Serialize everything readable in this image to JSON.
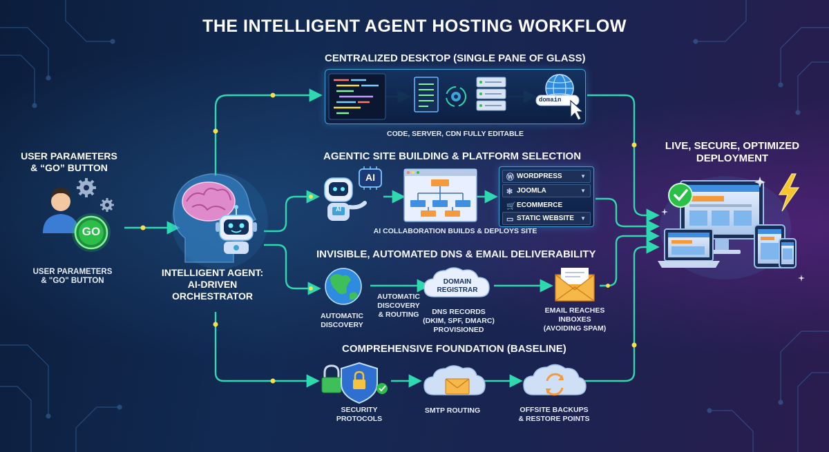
{
  "title": "THE INTELLIGENT AGENT HOSTING WORKFLOW",
  "user": {
    "heading": "USER PARAMETERS\n& “GO” BUTTON",
    "button_label": "GO",
    "caption": "USER PARAMETERS\n& \"GO\" BUTTON"
  },
  "agent": {
    "label": "INTELLIGENT AGENT:\nAI-DRIVEN\nORCHESTRATOR"
  },
  "desktop": {
    "title": "CENTRALIZED DESKTOP (SINGLE PANE OF GLASS)",
    "domain_text": "domain ....",
    "caption": "CODE, SERVER, CDN FULLY EDITABLE"
  },
  "site_building": {
    "title": "AGENTIC SITE BUILDING & PLATFORM SELECTION",
    "ai_badge": "AI",
    "robot_tag": "AI",
    "platforms": [
      "WORDPRESS",
      "JOOMLA",
      "ECOMMERCE",
      "STATIC WEBSITE"
    ],
    "caption": "AI COLLABORATION BUILDS & DEPLOYS SITE"
  },
  "dns": {
    "title": "INVISIBLE, AUTOMATED DNS & EMAIL DELIVERABILITY",
    "globe_caption": "AUTOMATIC\nDISCOVERY",
    "arrow_caption": "AUTOMATIC\nDISCOVERY\n& ROUTING",
    "registrar_label": "DOMAIN\nREGISTRAR",
    "records_caption": "DNS RECORDS\n(DKIM, SPF, DMARC)\nPROVISIONED",
    "email_caption": "EMAIL REACHES\nINBOXES\n(AVOIDING SPAM)"
  },
  "foundation": {
    "title": "COMPREHENSIVE FOUNDATION (BASELINE)",
    "security_caption": "SECURITY\nPROTOCOLS",
    "smtp_caption": "SMTP ROUTING",
    "backup_caption": "OFFSITE BACKUPS\n& RESTORE POINTS"
  },
  "deployment": {
    "label": "LIVE, SECURE, OPTIMIZED\nDEPLOYMENT"
  },
  "colors": {
    "connector": "#2fd9b0",
    "node": "#f4e04d",
    "accent_blue": "#3fa3d8",
    "go_green": "#2bbf4a"
  },
  "icons": [
    "gear-icon",
    "user-icon",
    "brain-icon",
    "robot-icon",
    "code-icon",
    "server-icon",
    "globe-icon",
    "cursor-icon",
    "sitemap-icon",
    "wordpress-icon",
    "joomla-icon",
    "cart-icon",
    "cloud-icon",
    "envelope-icon",
    "lock-icon",
    "shield-icon",
    "backup-icon",
    "check-icon",
    "lightning-icon"
  ]
}
